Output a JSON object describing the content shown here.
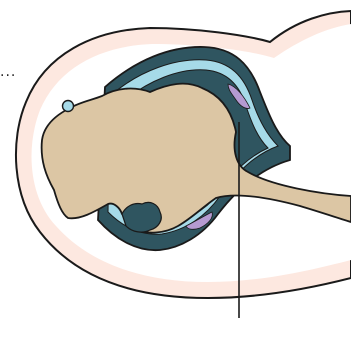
{
  "figure": {
    "ellipsis_text": "...",
    "parts": [
      "outer-skin",
      "subcutaneous-layer",
      "joint-capsule",
      "joint-cavity",
      "synovial-lining",
      "bone-head",
      "erosion",
      "small-nodule",
      "pannus-upper",
      "pannus-lower",
      "pointer-line"
    ]
  },
  "colors": {
    "skin_fill": "#fde8e0",
    "outline": "#1a1a1a",
    "capsule_fill": "#2f5560",
    "synovium": "#a6dae8",
    "bone": "#dcc6a4",
    "pannus": "#b59ad1",
    "background": "#ffffff"
  }
}
